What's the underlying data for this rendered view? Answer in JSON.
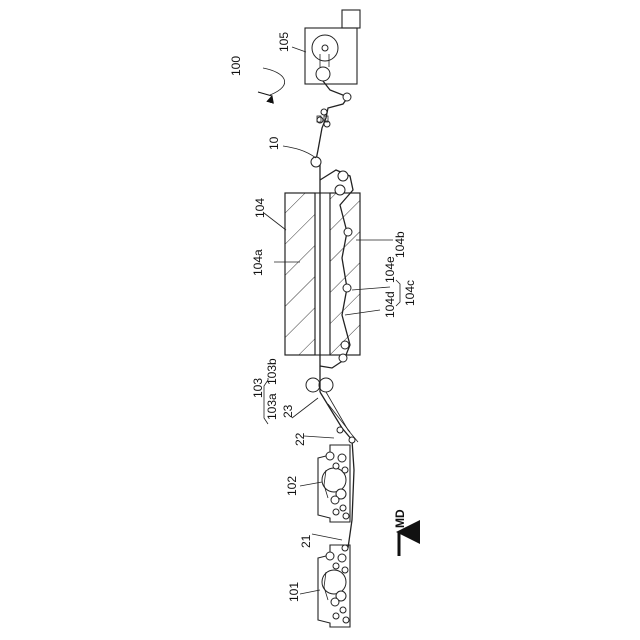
{
  "figure": {
    "labels": {
      "apparatus": "100",
      "winder": "105",
      "web": "10",
      "dryer": "104",
      "dryer_a": "104a",
      "dryer_b": "104b",
      "dryer_c": "104c",
      "dryer_d": "104d",
      "dryer_e": "104e",
      "laminator": "103",
      "laminator_a": "103a",
      "laminator_b": "103b",
      "sheet_23": "23",
      "sheet_22": "22",
      "sheet_21": "21",
      "former_102": "102",
      "former_101": "101",
      "direction": "MD"
    }
  }
}
